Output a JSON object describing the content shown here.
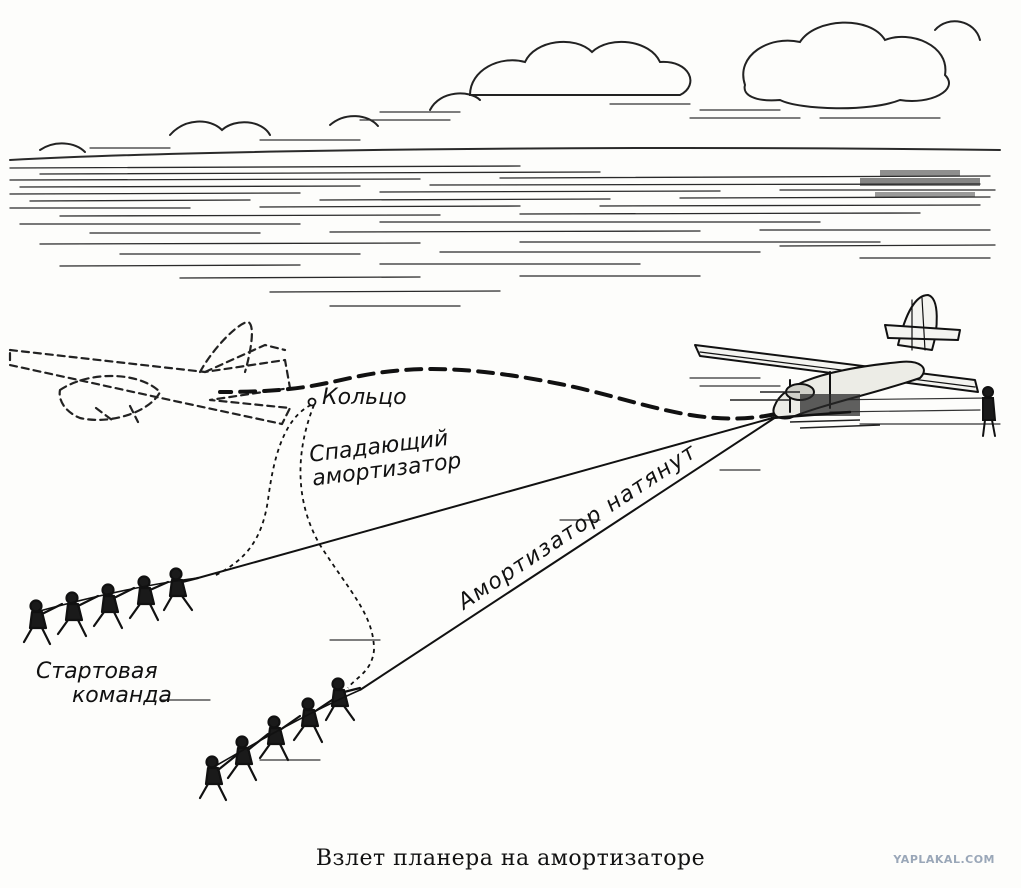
{
  "labels": {
    "ring": "Кольцо",
    "falling_line1": "Спадающий",
    "falling_line2": "амортизатор",
    "tensioned": "Амортизатор натянут",
    "crew_line1": "Стартовая",
    "crew_line2": "команда"
  },
  "caption": "Взлет планера на амортизаторе",
  "watermark": "YAPLAKAL.COM"
}
